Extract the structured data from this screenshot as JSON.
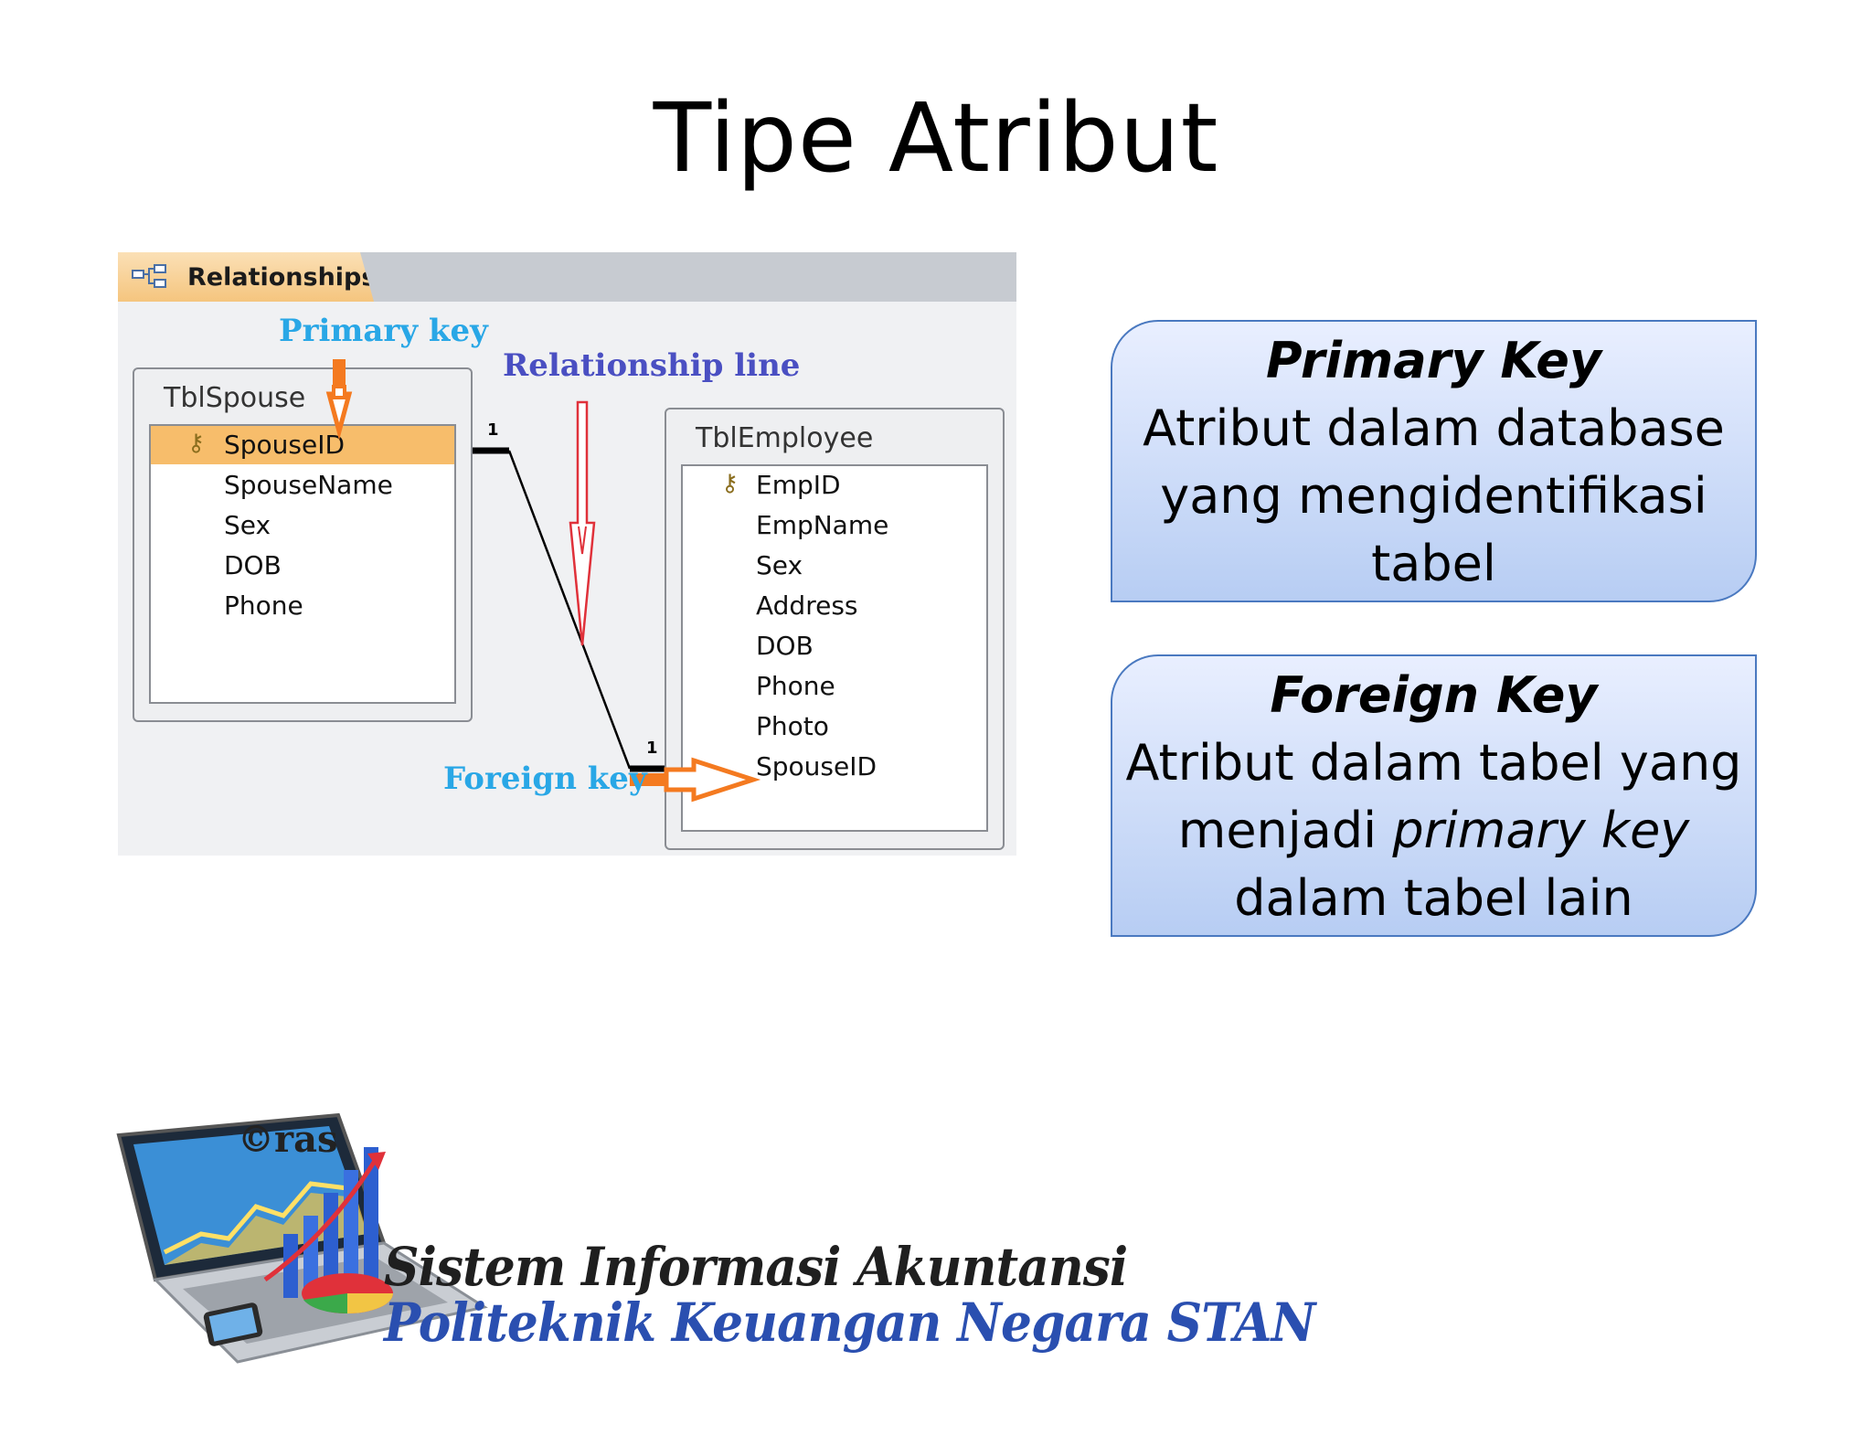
{
  "slide": {
    "title": "Tipe Atribut"
  },
  "relationships": {
    "tab_label": "Relationships",
    "annotations": {
      "primary_key": "Primary key",
      "relationship_line": "Relationship line",
      "foreign_key": "Foreign key"
    },
    "cardinality_left": "1",
    "cardinality_right": "1",
    "tbl_spouse": {
      "title": "TblSpouse",
      "fields": [
        "SpouseID",
        "SpouseName",
        "Sex",
        "DOB",
        "Phone"
      ]
    },
    "tbl_employee": {
      "title": "TblEmployee",
      "fields": [
        "EmpID",
        "EmpName",
        "Sex",
        "Address",
        "DOB",
        "Phone",
        "Photo",
        "SpouseID"
      ]
    },
    "colors": {
      "highlight": "#f7bd6b",
      "arrow_orange": "#f47a20",
      "arrow_red": "#e0313a"
    }
  },
  "callouts": {
    "primary": {
      "heading": "Primary Key",
      "line1": "Atribut dalam database",
      "line2": "yang mengidentifikasi",
      "line3": "tabel"
    },
    "foreign": {
      "heading": "Foreign Key",
      "line1": "Atribut dalam tabel yang",
      "line2_before": "menjadi ",
      "line2_em": "primary key",
      "line3": "dalam tabel lain"
    }
  },
  "logo": {
    "mark": "©ras",
    "line1": "Sistem Informasi Akuntansi",
    "line2": "Politeknik Keuangan Negara STAN"
  }
}
